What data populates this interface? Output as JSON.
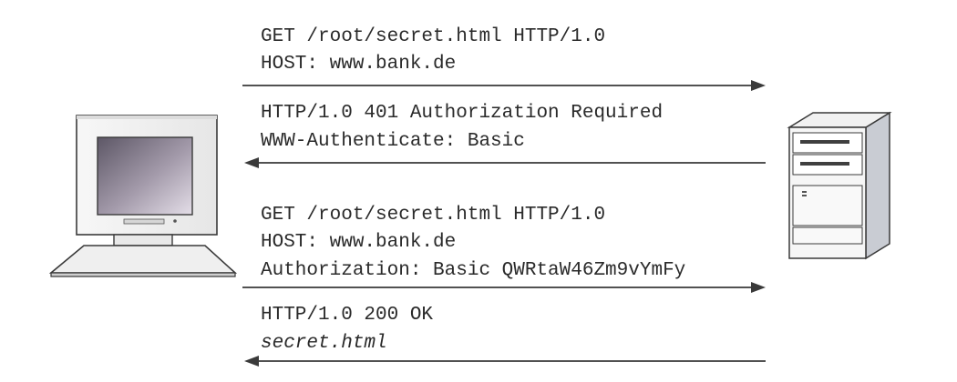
{
  "messages": [
    {
      "direction": "client-to-server",
      "lines": [
        "GET /root/secret.html HTTP/1.0",
        "HOST: www.bank.de"
      ]
    },
    {
      "direction": "server-to-client",
      "lines": [
        "HTTP/1.0 401 Authorization Required",
        "WWW-Authenticate: Basic"
      ]
    },
    {
      "direction": "client-to-server",
      "lines": [
        "GET /root/secret.html HTTP/1.0",
        "HOST: www.bank.de",
        "Authorization: Basic QWRtaW46Zm9vYmFy"
      ]
    },
    {
      "direction": "server-to-client",
      "lines": [
        "HTTP/1.0 200 OK",
        "secret.html"
      ]
    }
  ],
  "colors": {
    "arrow": "#3a3a3a",
    "text": "#2a2a2a",
    "screen_top": "#6b6472",
    "screen_bottom": "#ddd6e2",
    "device_body": "#f4f4f4",
    "device_side": "#c9ccd3"
  },
  "icons": {
    "client": "desktop-computer-icon",
    "server": "tower-server-icon"
  }
}
